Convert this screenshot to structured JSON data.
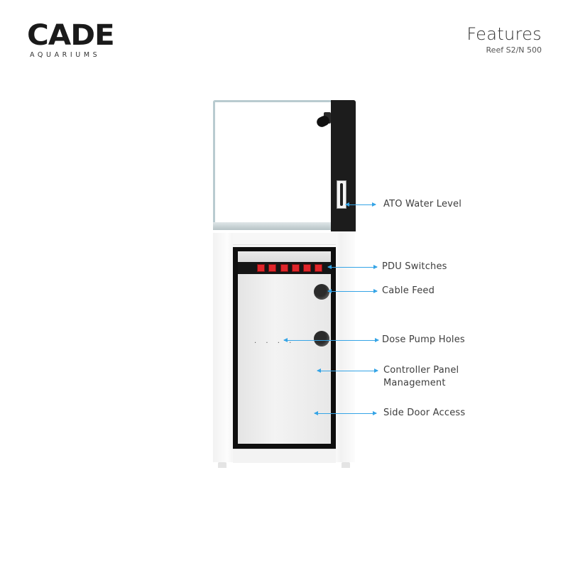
{
  "brand": {
    "logo_text": "CADE",
    "logo_subtext": "AQUARIUMS"
  },
  "header": {
    "title": "Features",
    "subtitle": "Reef S2/N 500"
  },
  "product": {
    "pdu_switch_count": 6,
    "colors": {
      "callout_blue": "#35a4e6",
      "switch_red": "#e0262b",
      "sump_black": "#1c1c1c"
    }
  },
  "callouts": [
    {
      "label": "ATO Water Level"
    },
    {
      "label": "PDU Switches"
    },
    {
      "label": "Cable Feed"
    },
    {
      "label": "Dose Pump Holes"
    },
    {
      "label": "Controller Panel",
      "label2": "Management"
    },
    {
      "label": "Side Door Access"
    }
  ],
  "dose_dots": ". . . ."
}
